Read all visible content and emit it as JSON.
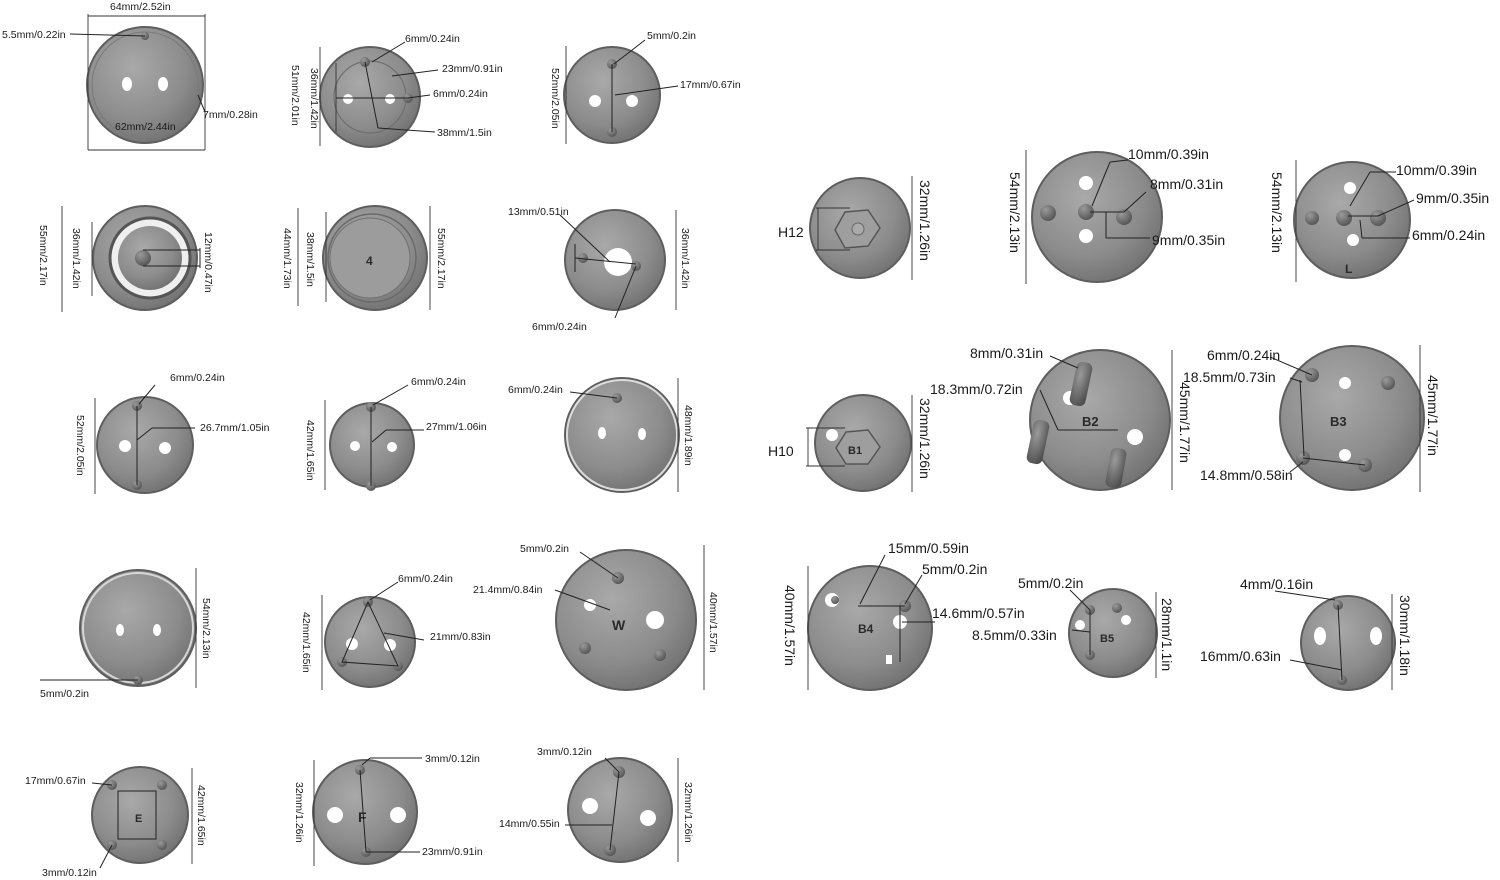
{
  "labels": {
    "p1_w": "64mm/2.52in",
    "p1_pin": "5.5mm/0.22in",
    "p1_t": "7mm/0.28in",
    "p1_d": "62mm/2.44in",
    "p2_h": "51mm/2.01in",
    "p2_in": "36mm/1.42in",
    "p2_a": "6mm/0.24in",
    "p2_b": "23mm/0.91in",
    "p2_c": "6mm/0.24in",
    "p2_d": "38mm/1.5in",
    "p3_h": "52mm/2.05in",
    "p3_a": "5mm/0.2in",
    "p3_b": "17mm/0.67in",
    "p4_h": "55mm/2.17in",
    "p4_in": "36mm/1.42in",
    "p4_pin": "12mm/0.47in",
    "p5_in": "44mm/1.73in",
    "p5_in2": "38mm/1.5in",
    "p5_h": "55mm/2.17in",
    "p6_a": "13mm/0.51in",
    "p6_h": "36mm/1.42in",
    "p6_b": "6mm/0.24in",
    "p7_h": "52mm/2.05in",
    "p7_a": "6mm/0.24in",
    "p7_b": "26.7mm/1.05in",
    "p8_h": "42mm/1.65in",
    "p8_a": "6mm/0.24in",
    "p8_b": "27mm/1.06in",
    "p9_a": "6mm/0.24in",
    "p9_h": "48mm/1.89in",
    "p10_h": "54mm/2.13in",
    "p10_a": "5mm/0.2in",
    "p11_h": "42mm/1.65in",
    "p11_a": "6mm/0.24in",
    "p11_b": "21mm/0.83in",
    "p12_a": "5mm/0.2in",
    "p12_b": "21.4mm/0.84in",
    "p12_h": "40mm/1.57in",
    "p13_a": "17mm/0.67in",
    "p13_h": "42mm/1.65in",
    "p13_b": "3mm/0.12in",
    "p14_h": "32mm/1.26in",
    "p14_a": "3mm/0.12in",
    "p14_b": "23mm/0.91in",
    "p15_a": "3mm/0.12in",
    "p15_b": "14mm/0.55in",
    "p15_h": "32mm/1.26in",
    "h12_code": "H12",
    "h12_h": "32mm/1.26in",
    "r1b_h": "54mm/2.13in",
    "r1b_a": "10mm/0.39in",
    "r1b_b": "8mm/0.31in",
    "r1b_c": "9mm/0.35in",
    "r1c_h": "54mm/2.13in",
    "r1c_a": "10mm/0.39in",
    "r1c_b": "9mm/0.35in",
    "r1c_c": "6mm/0.24in",
    "h10_code": "H10",
    "h10_h": "32mm/1.26in",
    "b2_a": "8mm/0.31in",
    "b2_b": "18.3mm/0.72in",
    "b2_h": "45mm/1.77in",
    "b2_stamp": "B2",
    "b3_a": "6mm/0.24in",
    "b3_b": "18.5mm/0.73in",
    "b3_c": "14.8mm/0.58in",
    "b3_h": "45mm/1.77in",
    "b3_stamp": "B3",
    "b4_h": "40mm/1.57in",
    "b4_a": "15mm/0.59in",
    "b4_b": "5mm/0.2in",
    "b4_c": "14.6mm/0.57in",
    "b4_stamp": "B4",
    "b5_a": "5mm/0.2in",
    "b5_b": "8.5mm/0.33in",
    "b5_h": "28mm/1.1in",
    "b5_stamp": "B5",
    "r3c_a": "4mm/0.16in",
    "r3c_b": "16mm/0.63in",
    "r3c_h": "30mm/1.18in",
    "w_stamp": "W",
    "e_stamp": "E",
    "f_stamp": "F"
  },
  "colors": {
    "disc": "#8e8e8e",
    "disc_edge": "#5e5e5e",
    "pin": "#6d6d6d",
    "hole": "#ffffff"
  }
}
